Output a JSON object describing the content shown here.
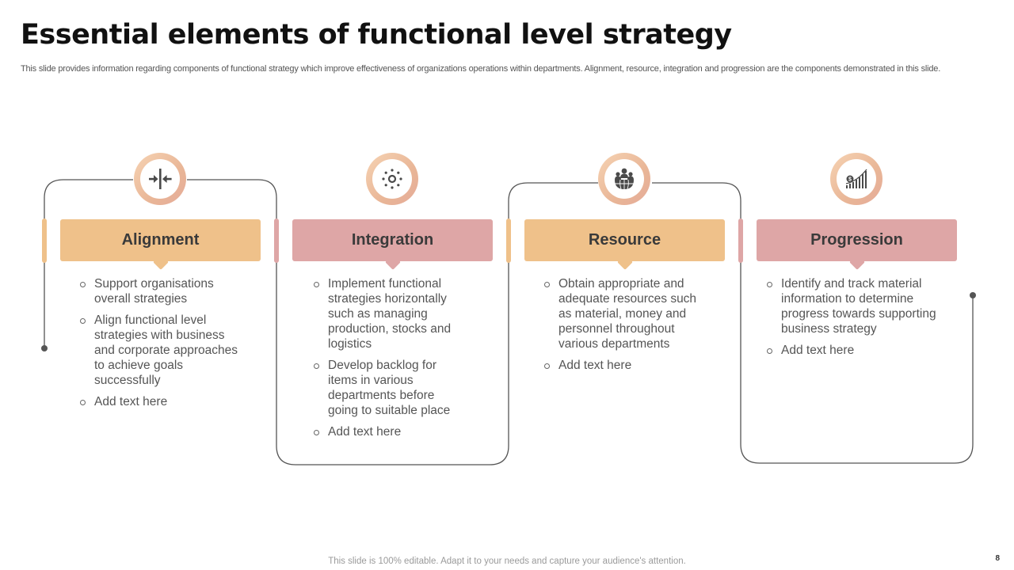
{
  "slide": {
    "title": "Essential elements of functional level strategy",
    "subtitle": "This slide provides information regarding components of functional strategy which improve effectiveness of organizations operations within departments. Alignment, resource, integration and progression are the components demonstrated in this slide.",
    "footer": "This slide is 100% editable. Adapt it to your needs and capture your audience's attention.",
    "page_number": "8"
  },
  "colors": {
    "orange": "#efc18a",
    "pink": "#dea6a6",
    "line": "#555555",
    "text": "#555555"
  },
  "elements": [
    {
      "icon": "arrows-converge-icon",
      "heading": "Alignment",
      "color": "orange",
      "bullets": [
        "Support organisations overall strategies",
        "Align functional level strategies with business and corporate approaches to achieve goals successfully",
        "Add text here"
      ]
    },
    {
      "icon": "gear-network-icon",
      "heading": "Integration",
      "color": "pink",
      "bullets": [
        "Implement functional strategies horizontally such as managing production, stocks and logistics",
        "Develop backlog for items in various departments before going to suitable place",
        "Add text here"
      ]
    },
    {
      "icon": "global-people-icon",
      "heading": "Resource",
      "color": "orange",
      "bullets": [
        "Obtain appropriate and adequate resources such as material, money and personnel throughout various departments",
        "Add text here"
      ]
    },
    {
      "icon": "money-growth-chart-icon",
      "heading": "Progression",
      "color": "pink",
      "bullets": [
        "Identify and track material information to determine progress towards supporting business strategy",
        "Add text here"
      ]
    }
  ]
}
